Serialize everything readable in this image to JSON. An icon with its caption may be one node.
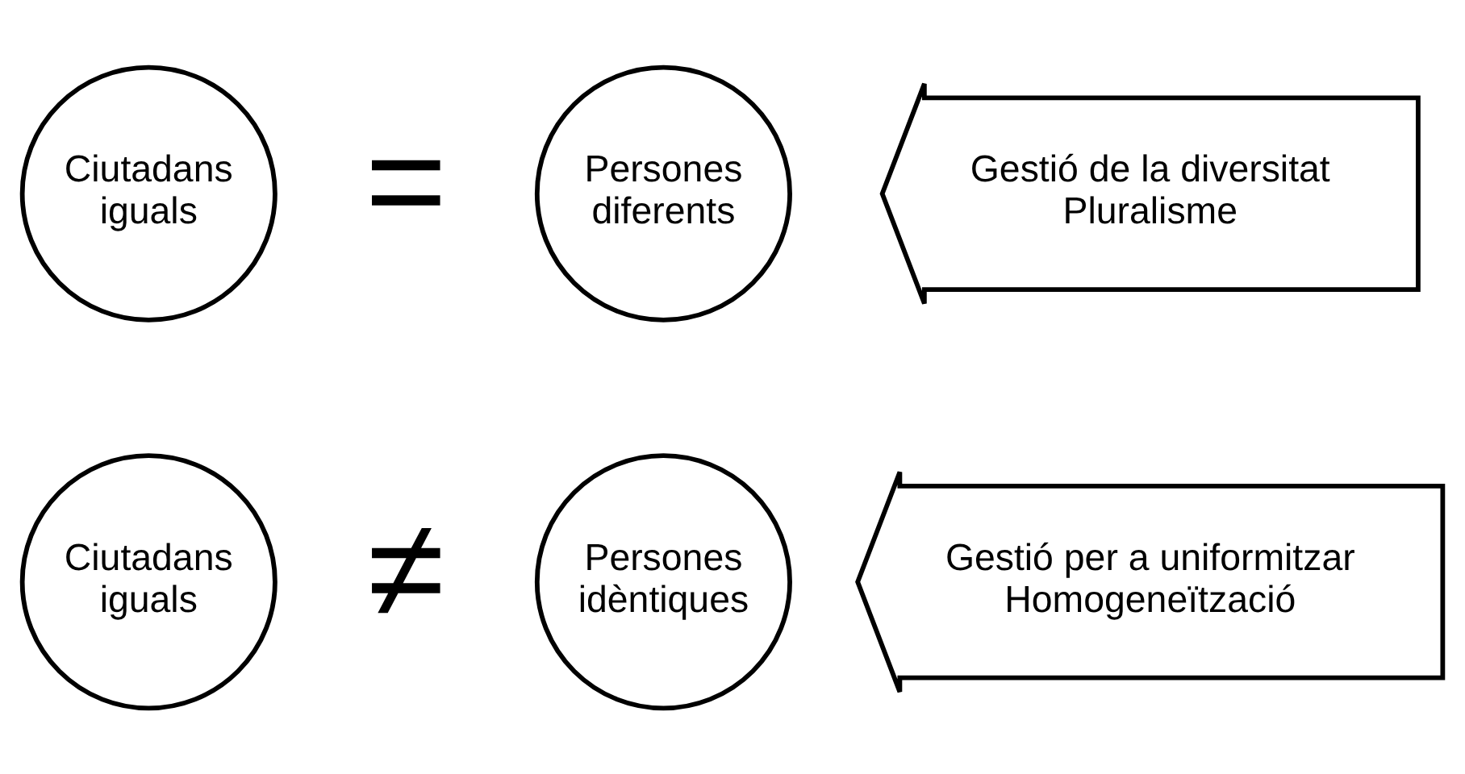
{
  "diagram": {
    "nodes": [
      {
        "text": [
          "Ciutadans iguals"
        ]
      },
      {
        "text": [
          "Persones idèntiques"
        ]
      },
      {
        "text": [
          "Gestió per a uniformitzar",
          "Homogeneïtzació"
        ]
      },
      {
        "text": [
          "Ciutadans iguals"
        ]
      },
      {
        "text": [
          "Persones diferents"
        ]
      },
      {
        "text": [
          "Gestió de la diversitat",
          "Pluralisme"
        ]
      }
    ],
    "edges": [],
    "labels": [
      "≠",
      "="
    ]
  }
}
